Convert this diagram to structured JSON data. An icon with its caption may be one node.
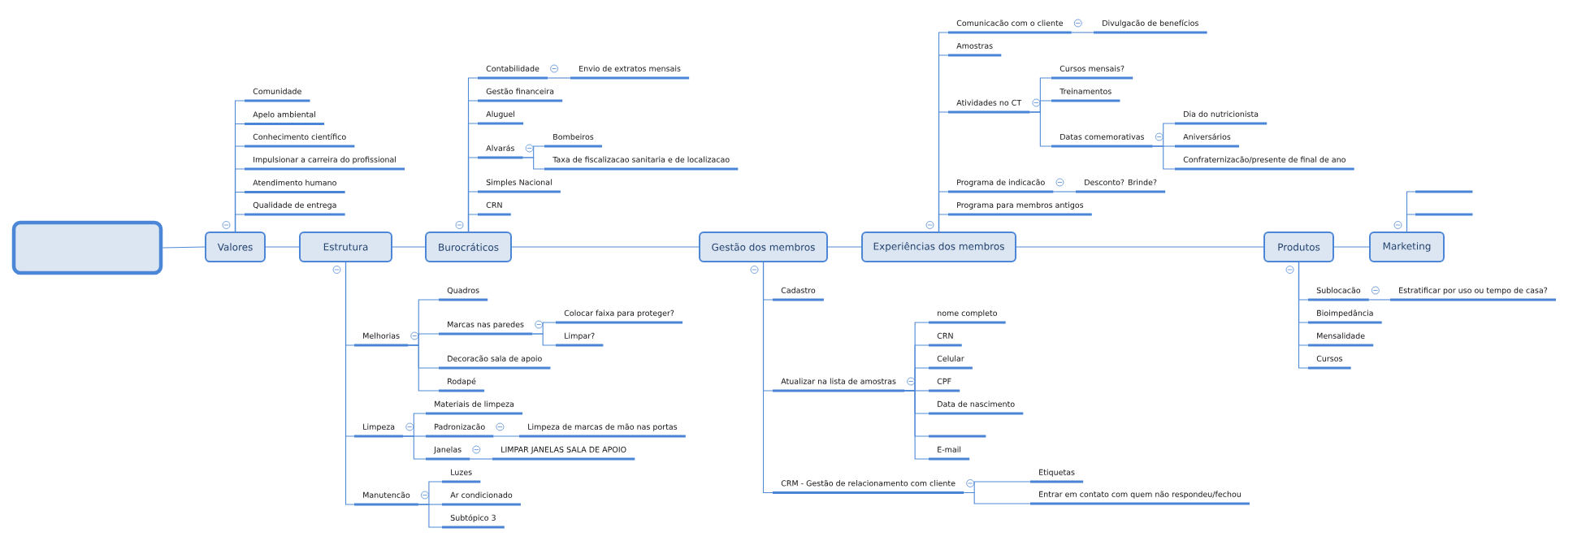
{
  "diagram": {
    "nodes": [
      {
        "text": [],
        "shape": "box"
      },
      {
        "text": [
          "Valores"
        ]
      },
      {
        "text": [
          "Comunidade"
        ]
      },
      {
        "text": [
          "Apelo ambiental"
        ]
      },
      {
        "text": [
          "Conhecimento científico"
        ]
      },
      {
        "text": [
          "Impulsionar a carreira do profissional"
        ]
      },
      {
        "text": [
          "Atendimento humano"
        ]
      },
      {
        "text": [
          "Qualidade de entrega"
        ]
      },
      {
        "text": [
          "Estrutura"
        ]
      },
      {
        "text": [
          "Melhorias"
        ]
      },
      {
        "text": [
          "Quadros"
        ]
      },
      {
        "text": [
          "Marcas nas paredes"
        ]
      },
      {
        "text": [
          "Colocar faixa para proteger?"
        ]
      },
      {
        "text": [
          "Limpar?"
        ]
      },
      {
        "text": [
          "Decoracão sala de apoio"
        ]
      },
      {
        "text": [
          "Rodapé"
        ]
      },
      {
        "text": [
          "Limpeza"
        ]
      },
      {
        "text": [
          "Materiais de limpeza"
        ]
      },
      {
        "text": [
          "Padronizacão"
        ]
      },
      {
        "text": [
          "Limpeza de marcas de mão nas portas"
        ]
      },
      {
        "text": [
          "Janelas"
        ]
      },
      {
        "text": [
          "LIMPAR JANELAS SALA DE APOIO"
        ]
      },
      {
        "text": [
          "Manutencão"
        ]
      },
      {
        "text": [
          "Luzes"
        ]
      },
      {
        "text": [
          "Ar condicionado"
        ]
      },
      {
        "text": [
          "Subtópico 3"
        ]
      },
      {
        "text": [
          "Burocráticos"
        ]
      },
      {
        "text": [
          "Contabilidade"
        ]
      },
      {
        "text": [
          "Envio de extratos mensais"
        ]
      },
      {
        "text": [
          "Gestão financeira"
        ]
      },
      {
        "text": [
          "Aluguel"
        ]
      },
      {
        "text": [
          "Alvarás"
        ]
      },
      {
        "text": [
          "Bombeiros"
        ]
      },
      {
        "text": [
          "Taxa de fiscalizacao sanitaria e de localizacao"
        ]
      },
      {
        "text": [
          "Simples Nacional"
        ]
      },
      {
        "text": [
          "CRN"
        ]
      },
      {
        "text": [
          "Gestão dos membros"
        ]
      },
      {
        "text": [
          "Cadastro"
        ]
      },
      {
        "text": [
          "Atualizar na lista de amostras"
        ]
      },
      {
        "text": [
          "nome completo"
        ]
      },
      {
        "text": [
          "CRN"
        ]
      },
      {
        "text": [
          "Celular"
        ]
      },
      {
        "text": [
          "CPF"
        ]
      },
      {
        "text": [
          "Data de nascimento"
        ]
      },
      {
        "text": [],
        "shape": "bar"
      },
      {
        "text": [
          "E-mail"
        ]
      },
      {
        "text": [
          "CRM - Gestão de relacionamento com cliente"
        ]
      },
      {
        "text": [
          "Etiquetas"
        ]
      },
      {
        "text": [
          "Entrar em contato com quem não respondeu/fechou"
        ]
      },
      {
        "text": [
          "Experiências dos membros"
        ]
      },
      {
        "text": [
          "Comunicacão com o cliente"
        ]
      },
      {
        "text": [
          "Divulgacão de benefícios"
        ]
      },
      {
        "text": [
          "Amostras"
        ]
      },
      {
        "text": [
          "Atividades no CT"
        ]
      },
      {
        "text": [
          "Cursos mensais?"
        ]
      },
      {
        "text": [
          "Treinamentos"
        ]
      },
      {
        "text": [
          "Datas comemorativas"
        ]
      },
      {
        "text": [
          "Dia do nutricionista"
        ]
      },
      {
        "text": [
          "Aniversários"
        ]
      },
      {
        "text": [
          "Confraternizacão/presente de final de ano"
        ]
      },
      {
        "text": [
          "Programa de indicacão"
        ]
      },
      {
        "text": [
          "Desconto? Brinde?"
        ]
      },
      {
        "text": [
          "Programa para membros antigos"
        ]
      },
      {
        "text": [
          "Produtos"
        ]
      },
      {
        "text": [
          "Sublocacão"
        ]
      },
      {
        "text": [
          "Estratificar por uso ou tempo de casa?"
        ]
      },
      {
        "text": [
          "Bioimpedância"
        ]
      },
      {
        "text": [
          "Mensalidade"
        ]
      },
      {
        "text": [
          "Cursos"
        ]
      },
      {
        "text": [
          "Marketing"
        ]
      },
      {
        "text": [],
        "shape": "bar"
      },
      {
        "text": [],
        "shape": "bar"
      }
    ],
    "edges": [
      {
        "from": 0,
        "to": 1,
        "arrow": "none"
      },
      {
        "from": 1,
        "to": 8,
        "arrow": "none"
      },
      {
        "from": 8,
        "to": 26,
        "arrow": "none"
      },
      {
        "from": 26,
        "to": 36,
        "arrow": "none"
      },
      {
        "from": 36,
        "to": 49,
        "arrow": "none"
      },
      {
        "from": 49,
        "to": 63,
        "arrow": "none"
      },
      {
        "from": 63,
        "to": 69,
        "arrow": "none"
      },
      {
        "from": 1,
        "to": 2,
        "arrow": "none"
      },
      {
        "from": 1,
        "to": 3,
        "arrow": "none"
      },
      {
        "from": 1,
        "to": 4,
        "arrow": "none"
      },
      {
        "from": 1,
        "to": 5,
        "arrow": "none"
      },
      {
        "from": 1,
        "to": 6,
        "arrow": "none"
      },
      {
        "from": 1,
        "to": 7,
        "arrow": "none"
      },
      {
        "from": 8,
        "to": 9,
        "arrow": "none"
      },
      {
        "from": 9,
        "to": 10,
        "arrow": "none"
      },
      {
        "from": 9,
        "to": 11,
        "arrow": "none"
      },
      {
        "from": 11,
        "to": 12,
        "arrow": "none"
      },
      {
        "from": 11,
        "to": 13,
        "arrow": "none"
      },
      {
        "from": 9,
        "to": 14,
        "arrow": "none"
      },
      {
        "from": 9,
        "to": 15,
        "arrow": "none"
      },
      {
        "from": 8,
        "to": 16,
        "arrow": "none"
      },
      {
        "from": 16,
        "to": 17,
        "arrow": "none"
      },
      {
        "from": 16,
        "to": 18,
        "arrow": "none"
      },
      {
        "from": 18,
        "to": 19,
        "arrow": "none"
      },
      {
        "from": 16,
        "to": 20,
        "arrow": "none"
      },
      {
        "from": 20,
        "to": 21,
        "arrow": "none"
      },
      {
        "from": 8,
        "to": 22,
        "arrow": "none"
      },
      {
        "from": 22,
        "to": 23,
        "arrow": "none"
      },
      {
        "from": 22,
        "to": 24,
        "arrow": "none"
      },
      {
        "from": 22,
        "to": 25,
        "arrow": "none"
      },
      {
        "from": 26,
        "to": 27,
        "arrow": "none"
      },
      {
        "from": 27,
        "to": 28,
        "arrow": "none"
      },
      {
        "from": 26,
        "to": 29,
        "arrow": "none"
      },
      {
        "from": 26,
        "to": 30,
        "arrow": "none"
      },
      {
        "from": 26,
        "to": 31,
        "arrow": "none"
      },
      {
        "from": 31,
        "to": 32,
        "arrow": "none"
      },
      {
        "from": 31,
        "to": 33,
        "arrow": "none"
      },
      {
        "from": 26,
        "to": 34,
        "arrow": "none"
      },
      {
        "from": 26,
        "to": 35,
        "arrow": "none"
      },
      {
        "from": 36,
        "to": 37,
        "arrow": "none"
      },
      {
        "from": 36,
        "to": 38,
        "arrow": "none"
      },
      {
        "from": 38,
        "to": 39,
        "arrow": "none"
      },
      {
        "from": 38,
        "to": 40,
        "arrow": "none"
      },
      {
        "from": 38,
        "to": 41,
        "arrow": "none"
      },
      {
        "from": 38,
        "to": 42,
        "arrow": "none"
      },
      {
        "from": 38,
        "to": 43,
        "arrow": "none"
      },
      {
        "from": 38,
        "to": 44,
        "arrow": "none"
      },
      {
        "from": 38,
        "to": 45,
        "arrow": "none"
      },
      {
        "from": 36,
        "to": 46,
        "arrow": "none"
      },
      {
        "from": 46,
        "to": 47,
        "arrow": "none"
      },
      {
        "from": 46,
        "to": 48,
        "arrow": "none"
      },
      {
        "from": 49,
        "to": 50,
        "arrow": "none"
      },
      {
        "from": 50,
        "to": 51,
        "arrow": "none"
      },
      {
        "from": 49,
        "to": 52,
        "arrow": "none"
      },
      {
        "from": 49,
        "to": 53,
        "arrow": "none"
      },
      {
        "from": 53,
        "to": 54,
        "arrow": "none"
      },
      {
        "from": 53,
        "to": 55,
        "arrow": "none"
      },
      {
        "from": 53,
        "to": 56,
        "arrow": "none"
      },
      {
        "from": 56,
        "to": 57,
        "arrow": "none"
      },
      {
        "from": 56,
        "to": 58,
        "arrow": "none"
      },
      {
        "from": 56,
        "to": 59,
        "arrow": "none"
      },
      {
        "from": 49,
        "to": 60,
        "arrow": "none"
      },
      {
        "from": 60,
        "to": 61,
        "arrow": "none"
      },
      {
        "from": 49,
        "to": 62,
        "arrow": "none"
      },
      {
        "from": 63,
        "to": 64,
        "arrow": "none"
      },
      {
        "from": 64,
        "to": 65,
        "arrow": "none"
      },
      {
        "from": 63,
        "to": 66,
        "arrow": "none"
      },
      {
        "from": 63,
        "to": 67,
        "arrow": "none"
      },
      {
        "from": 63,
        "to": 68,
        "arrow": "none"
      },
      {
        "from": 69,
        "to": 70,
        "arrow": "none"
      },
      {
        "from": 69,
        "to": 71,
        "arrow": "none"
      }
    ]
  }
}
